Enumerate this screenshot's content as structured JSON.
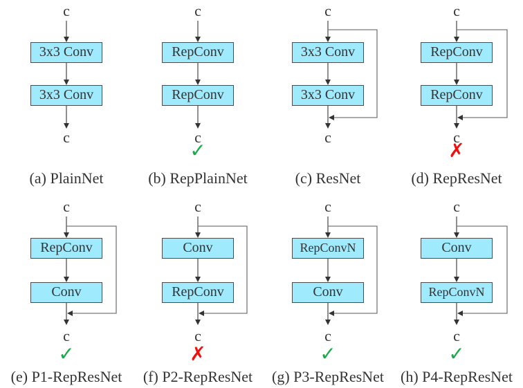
{
  "figure": {
    "input_label": "c",
    "output_label": "c",
    "colors": {
      "block_fill": "#a0eafd",
      "block_border": "#4a4a4a",
      "check": "#1aaa4a",
      "cross": "#ee1111"
    },
    "panels": [
      {
        "id": "a",
        "caption": "(a) PlainNet",
        "blocks": [
          "3x3 Conv",
          "3x3 Conv"
        ],
        "residual": false,
        "verdict": null,
        "verdict_symbol": ""
      },
      {
        "id": "b",
        "caption": "(b) RepPlainNet",
        "blocks": [
          "RepConv",
          "RepConv"
        ],
        "residual": false,
        "verdict": "valid",
        "verdict_symbol": "✓"
      },
      {
        "id": "c",
        "caption": "(c) ResNet",
        "blocks": [
          "3x3 Conv",
          "3x3 Conv"
        ],
        "residual": true,
        "verdict": null,
        "verdict_symbol": ""
      },
      {
        "id": "d",
        "caption": "(d) RepResNet",
        "blocks": [
          "RepConv",
          "RepConv"
        ],
        "residual": true,
        "verdict": "invalid",
        "verdict_symbol": "✗"
      },
      {
        "id": "e",
        "caption": "(e) P1-RepResNet",
        "blocks": [
          "RepConv",
          "Conv"
        ],
        "residual": true,
        "verdict": "valid",
        "verdict_symbol": "✓"
      },
      {
        "id": "f",
        "caption": "(f) P2-RepResNet",
        "blocks": [
          "Conv",
          "RepConv"
        ],
        "residual": true,
        "verdict": "invalid",
        "verdict_symbol": "✗"
      },
      {
        "id": "g",
        "caption": "(g) P3-RepResNet",
        "blocks": [
          "RepConvN",
          "Conv"
        ],
        "residual": true,
        "verdict": "valid",
        "verdict_symbol": "✓"
      },
      {
        "id": "h",
        "caption": "(h) P4-RepResNet",
        "blocks": [
          "Conv",
          "RepConvN"
        ],
        "residual": true,
        "verdict": "valid",
        "verdict_symbol": "✓"
      }
    ]
  }
}
